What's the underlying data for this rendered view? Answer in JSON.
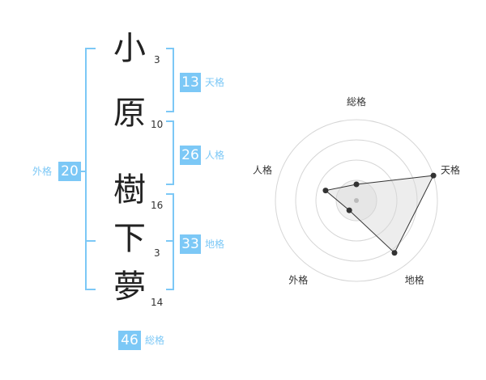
{
  "name": {
    "chars": [
      {
        "char": "小",
        "strokes": "3"
      },
      {
        "char": "原",
        "strokes": "10"
      },
      {
        "char": "樹",
        "strokes": "16"
      },
      {
        "char": "下",
        "strokes": "3"
      },
      {
        "char": "夢",
        "strokes": "14"
      }
    ]
  },
  "grades": {
    "tenkaku": {
      "value": "13",
      "label": "天格"
    },
    "jinkaku": {
      "value": "26",
      "label": "人格"
    },
    "chikaku": {
      "value": "33",
      "label": "地格"
    },
    "gaikaku": {
      "value": "20",
      "label": "外格"
    },
    "soukaku": {
      "value": "46",
      "label": "総格"
    }
  },
  "colors": {
    "accent": "#7cc8f6",
    "text": "#222222"
  },
  "chart_data": {
    "type": "radar",
    "axes": [
      "総格",
      "天格",
      "地格",
      "外格",
      "人格"
    ],
    "values": [
      0.2,
      1.0,
      0.8,
      0.15,
      0.4
    ],
    "rings": 4,
    "grid": true
  }
}
